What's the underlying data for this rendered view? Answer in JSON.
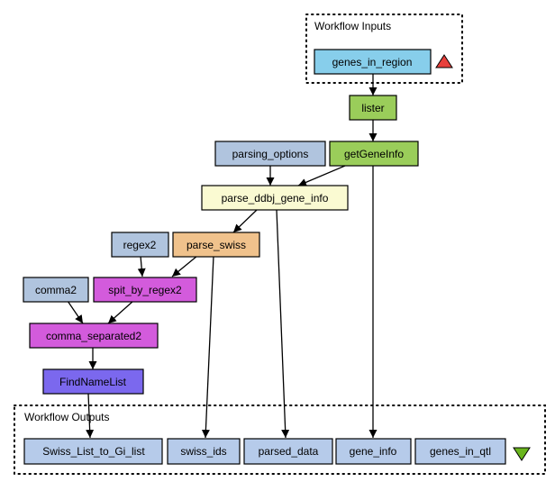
{
  "clusters": {
    "inputs": {
      "label": "Workflow Inputs"
    },
    "outputs": {
      "label": "Workflow Outputs"
    }
  },
  "colors": {
    "input_port": "#87ceeb",
    "local_worker": "#9acd5a",
    "constant": "#b0c4de",
    "beanshell": "#fafad2",
    "xpath": "#f0c28c",
    "regex": "#d35bdc",
    "name_list": "#7b68ee",
    "output_port": "#b6cbea",
    "input_triangle": "#e8403c",
    "output_triangle": "#6ab61e"
  },
  "nodes": {
    "genes_in_region": "genes_in_region",
    "lister": "lister",
    "getGeneInfo": "getGeneInfo",
    "parsing_options": "parsing_options",
    "parse_ddbj_gene_info": "parse_ddbj_gene_info",
    "regex2": "regex2",
    "parse_swiss": "parse_swiss",
    "comma2": "comma2",
    "spit_by_regex2": "spit_by_regex2",
    "comma_separated2": "comma_separated2",
    "FindNameList": "FindNameList",
    "Swiss_List_to_Gi_list": "Swiss_List_to_Gi_list",
    "swiss_ids": "swiss_ids",
    "parsed_data": "parsed_data",
    "gene_info": "gene_info",
    "genes_in_qtl": "genes_in_qtl"
  }
}
